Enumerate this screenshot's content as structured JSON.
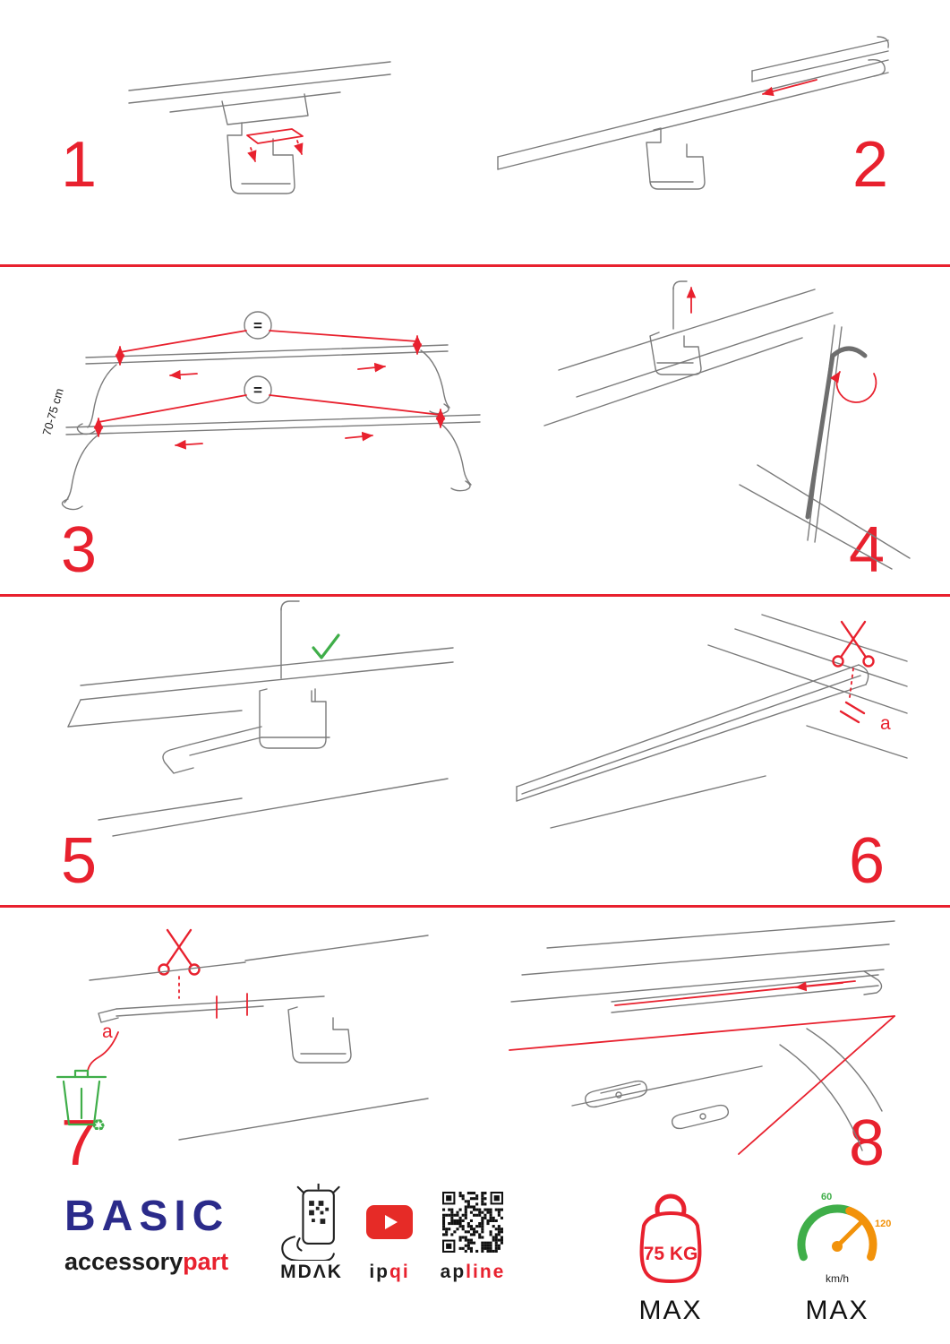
{
  "colors": {
    "accent_red": "#e8212e",
    "brand_blue": "#2b2b8a",
    "green": "#3fae49",
    "orange": "#f2920a",
    "ink": "#1c1c1c",
    "sketch_gray": "#7b7b7b"
  },
  "steps": [
    {
      "number": "1"
    },
    {
      "number": "2"
    },
    {
      "number": "3"
    },
    {
      "number": "4"
    },
    {
      "number": "5"
    },
    {
      "number": "6"
    },
    {
      "number": "7"
    },
    {
      "number": "8"
    }
  ],
  "step3": {
    "dimension_label": "70-75 cm",
    "equal_top": "=",
    "equal_bottom": "="
  },
  "step6": {
    "cut_label": "a"
  },
  "step7": {
    "cut_label": "a",
    "recycle_glyph": "♻"
  },
  "footer": {
    "brand_title": "BASIC",
    "brand_sub_black": "accessory",
    "brand_sub_red": "part",
    "mdak_label": "MDΛK",
    "ipqi_black": "ip",
    "ipqi_red": "qi",
    "apline_black": "ap",
    "apline_red": "line",
    "weight_value": "75 KG",
    "weight_max_label": "MAX",
    "speed_start": "60",
    "speed_end": "120",
    "speed_unit": "km/h",
    "speed_max_label": "MAX"
  }
}
